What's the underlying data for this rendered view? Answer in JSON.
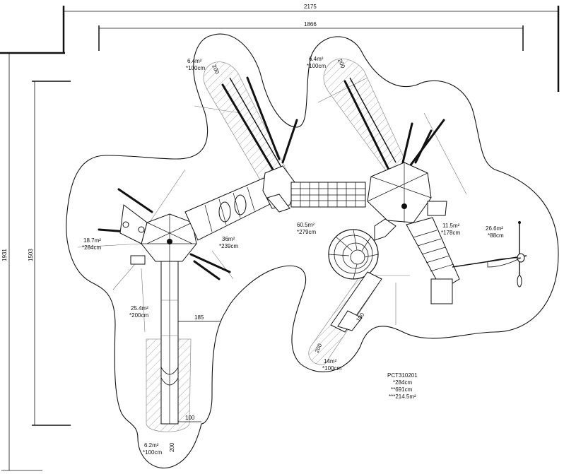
{
  "dimensions": {
    "overall_width": "2175",
    "inner_width": "1866",
    "overall_height": "1931",
    "inner_height": "1503",
    "slide_offset": "185",
    "slide_exit_1": "100",
    "slide_end_1": "200",
    "slide_exit_2": "100",
    "slide_end_2": "200",
    "top_zone_1": "200",
    "top_zone_2": "200"
  },
  "zones": [
    {
      "area": "6.4m²",
      "height": "*100cm"
    },
    {
      "area": "6.4m²",
      "height": "*100cm"
    },
    {
      "area": "18.7m²",
      "height": "*284cm"
    },
    {
      "area": "36m²",
      "height": "*239cm"
    },
    {
      "area": "60.5m²",
      "height": "*279cm"
    },
    {
      "area": "11.5m²",
      "height": "*178cm"
    },
    {
      "area": "26.6m²",
      "height": "*88cm"
    },
    {
      "area": "25.4m²",
      "height": "*200cm"
    },
    {
      "area": "14m²",
      "height": "*100cm"
    },
    {
      "area": "6.2m²",
      "height": "*100cm"
    }
  ],
  "product": {
    "code": "PCT310201",
    "height": "*284cm",
    "length": "**691cm",
    "area": "***214.5m²"
  }
}
